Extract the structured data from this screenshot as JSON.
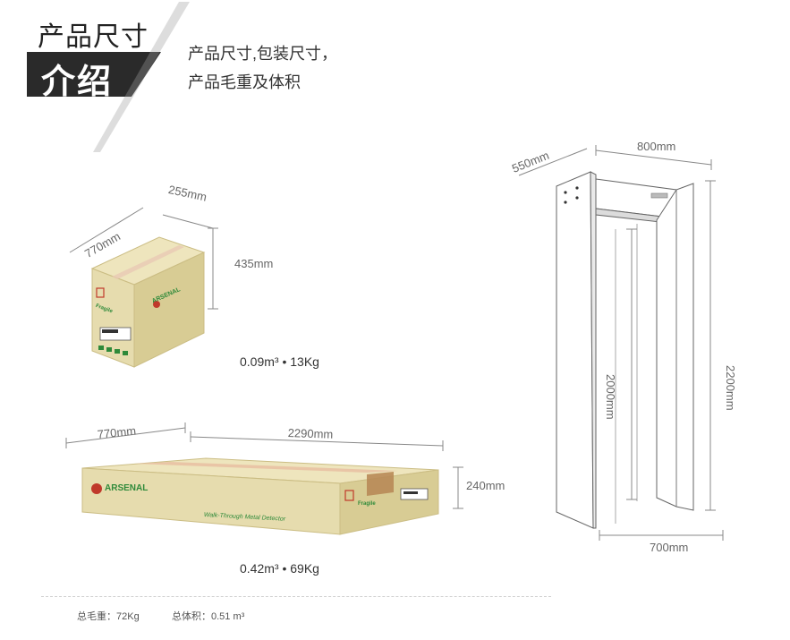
{
  "header": {
    "title": "产品尺寸",
    "badge": "介绍",
    "desc_line1": "产品尺寸,包装尺寸，",
    "desc_line2": "产品毛重及体积"
  },
  "small_box": {
    "depth": "770mm",
    "width": "255mm",
    "height": "435mm",
    "volume_weight": "0.09m³ • 13Kg",
    "label_fragile": "Fragile",
    "brand": "ARSENAL"
  },
  "large_box": {
    "depth": "770mm",
    "length": "2290mm",
    "height": "240mm",
    "volume_weight": "0.42m³ • 69Kg",
    "brand": "ARSENAL",
    "tagline": "Walk-Through Metal Detector",
    "label_fragile": "Fragile"
  },
  "detector": {
    "depth": "550mm",
    "width": "800mm",
    "inner_height": "2000mm",
    "total_height": "2200mm",
    "bottom_width": "700mm"
  },
  "footer": {
    "gross_weight": "总毛重：72Kg",
    "total_volume": "总体积：0.51 m³"
  },
  "colors": {
    "box_front": "#e6dcae",
    "box_side": "#d2c68f",
    "box_top": "#eee5bd",
    "brand_green": "#2f8a3a",
    "brand_red": "#c0392b",
    "badge_bg": "#2a2a2a"
  }
}
